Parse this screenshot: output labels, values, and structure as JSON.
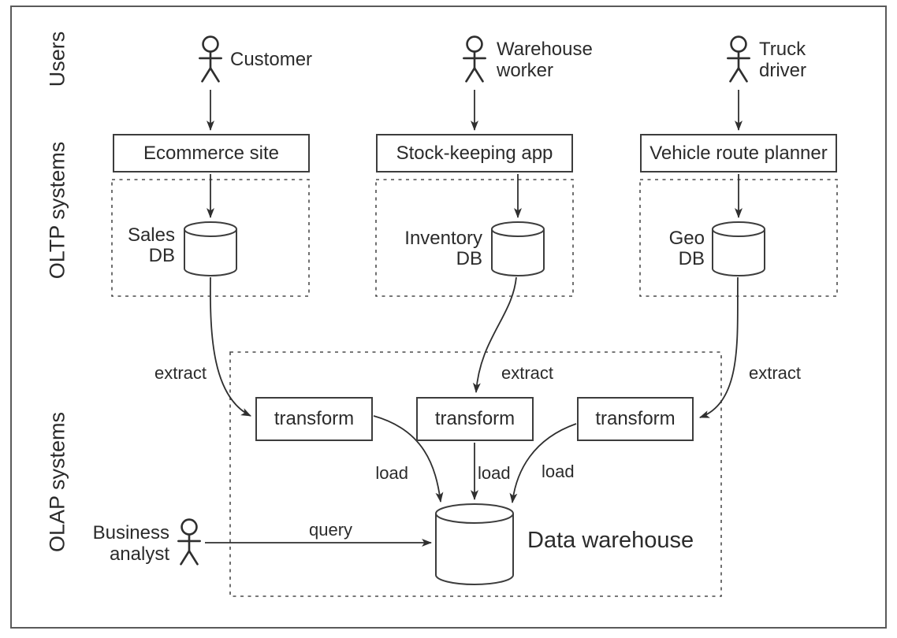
{
  "lanes": {
    "users": "Users",
    "oltp": "OLTP systems",
    "olap": "OLAP systems"
  },
  "actors": {
    "customer": "Customer",
    "warehouse_worker": "Warehouse\nworker",
    "truck_driver": "Truck\ndriver",
    "business_analyst": "Business\nanalyst"
  },
  "systems": {
    "ecommerce": "Ecommerce site",
    "stock_keeping": "Stock-keeping app",
    "vehicle_route": "Vehicle route planner"
  },
  "databases": {
    "sales": "Sales\nDB",
    "inventory": "Inventory\nDB",
    "geo": "Geo\nDB",
    "warehouse": "Data warehouse"
  },
  "etl": {
    "transform1": "transform",
    "transform2": "transform",
    "transform3": "transform",
    "extract1": "extract",
    "extract2": "extract",
    "extract3": "extract",
    "load1": "load",
    "load2": "load",
    "load3": "load",
    "query": "query"
  },
  "colors": {
    "line": "#2f2f2f",
    "text": "#2b2b2b",
    "background": "#ffffff"
  }
}
